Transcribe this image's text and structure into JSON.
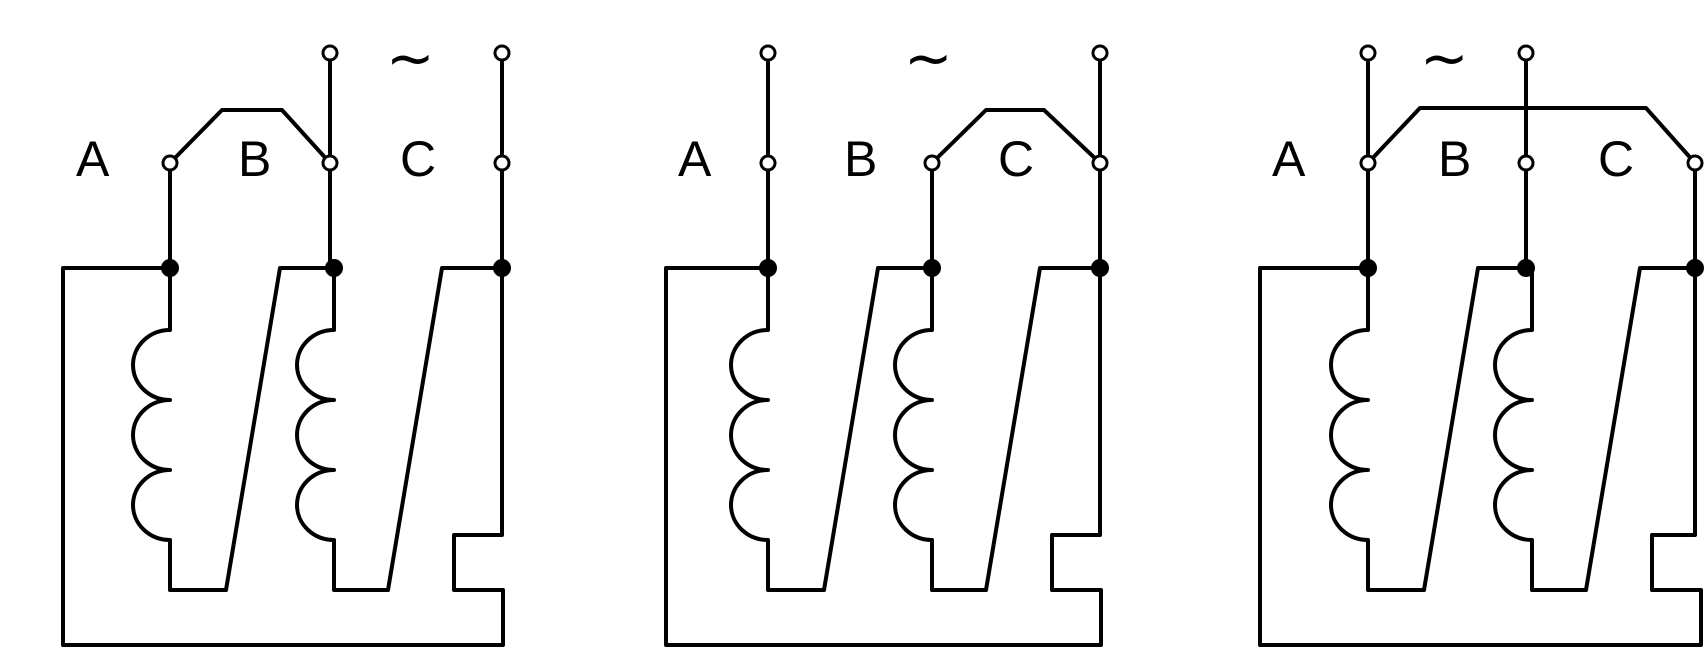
{
  "colors": {
    "ink": "#000000",
    "background": "#ffffff"
  },
  "panels": [
    {
      "labels": [
        "A",
        "B",
        "C"
      ],
      "supply_symbol": "~"
    },
    {
      "labels": [
        "A",
        "B",
        "C"
      ],
      "supply_symbol": "~"
    },
    {
      "labels": [
        "A",
        "B",
        "C"
      ],
      "supply_symbol": "~"
    }
  ]
}
